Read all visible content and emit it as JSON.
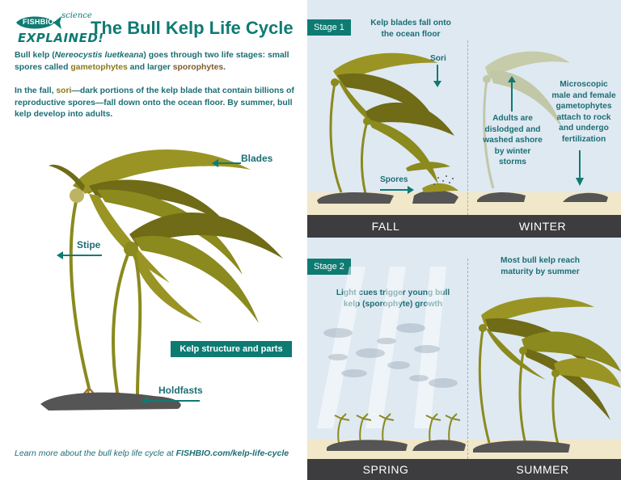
{
  "logo": {
    "brand": "FISHBIO",
    "science": "science",
    "explained": "EXPLAINED!"
  },
  "title": "The Bull Kelp Life Cycle",
  "intro": {
    "p1_a": "Bull kelp (",
    "p1_species": "Nereocystis luetkeana",
    "p1_b": ") goes through two life stages: small spores called ",
    "p1_gametophytes": "gametophytes",
    "p1_c": " and larger ",
    "p1_sporophytes": "sporophytes",
    "p1_d": ".",
    "p2_a": "In the fall, ",
    "p2_sori": "sori",
    "p2_b": "—dark portions of the kelp blade that contain billions of reproductive spores—fall down onto the ocean floor. By summer, bull kelp develop into adults."
  },
  "parts": {
    "blades": "Blades",
    "stipe": "Stipe",
    "holdfasts": "Holdfasts"
  },
  "structure_box": "Kelp structure and parts",
  "footer": {
    "text": "Learn more about the bull kelp life cycle at ",
    "link": "FISHBIO.com/kelp-life-cycle"
  },
  "stage1": {
    "badge": "Stage 1",
    "caption": "Kelp blades fall onto the ocean floor",
    "sori": "Sori",
    "spores": "Spores",
    "winter_adults": "Adults are dislodged and washed ashore by winter storms",
    "winter_gameto": "Microscopic male and female gametophytes attach to rock and undergo fertilization",
    "fall": "FALL",
    "winter": "WINTER"
  },
  "stage2": {
    "badge": "Stage 2",
    "light": "Light cues trigger young bull kelp (sporophyte) growth",
    "maturity": "Most bull kelp reach maturity by summer",
    "spring": "SPRING",
    "summer": "SUMMER"
  },
  "colors": {
    "teal": "#0e7b73",
    "kelp": "#8a8a1e",
    "kelp_dark": "#6f6b16",
    "rock": "#555555",
    "sand": "#f1e7c9",
    "bar": "#3d3d3f"
  }
}
